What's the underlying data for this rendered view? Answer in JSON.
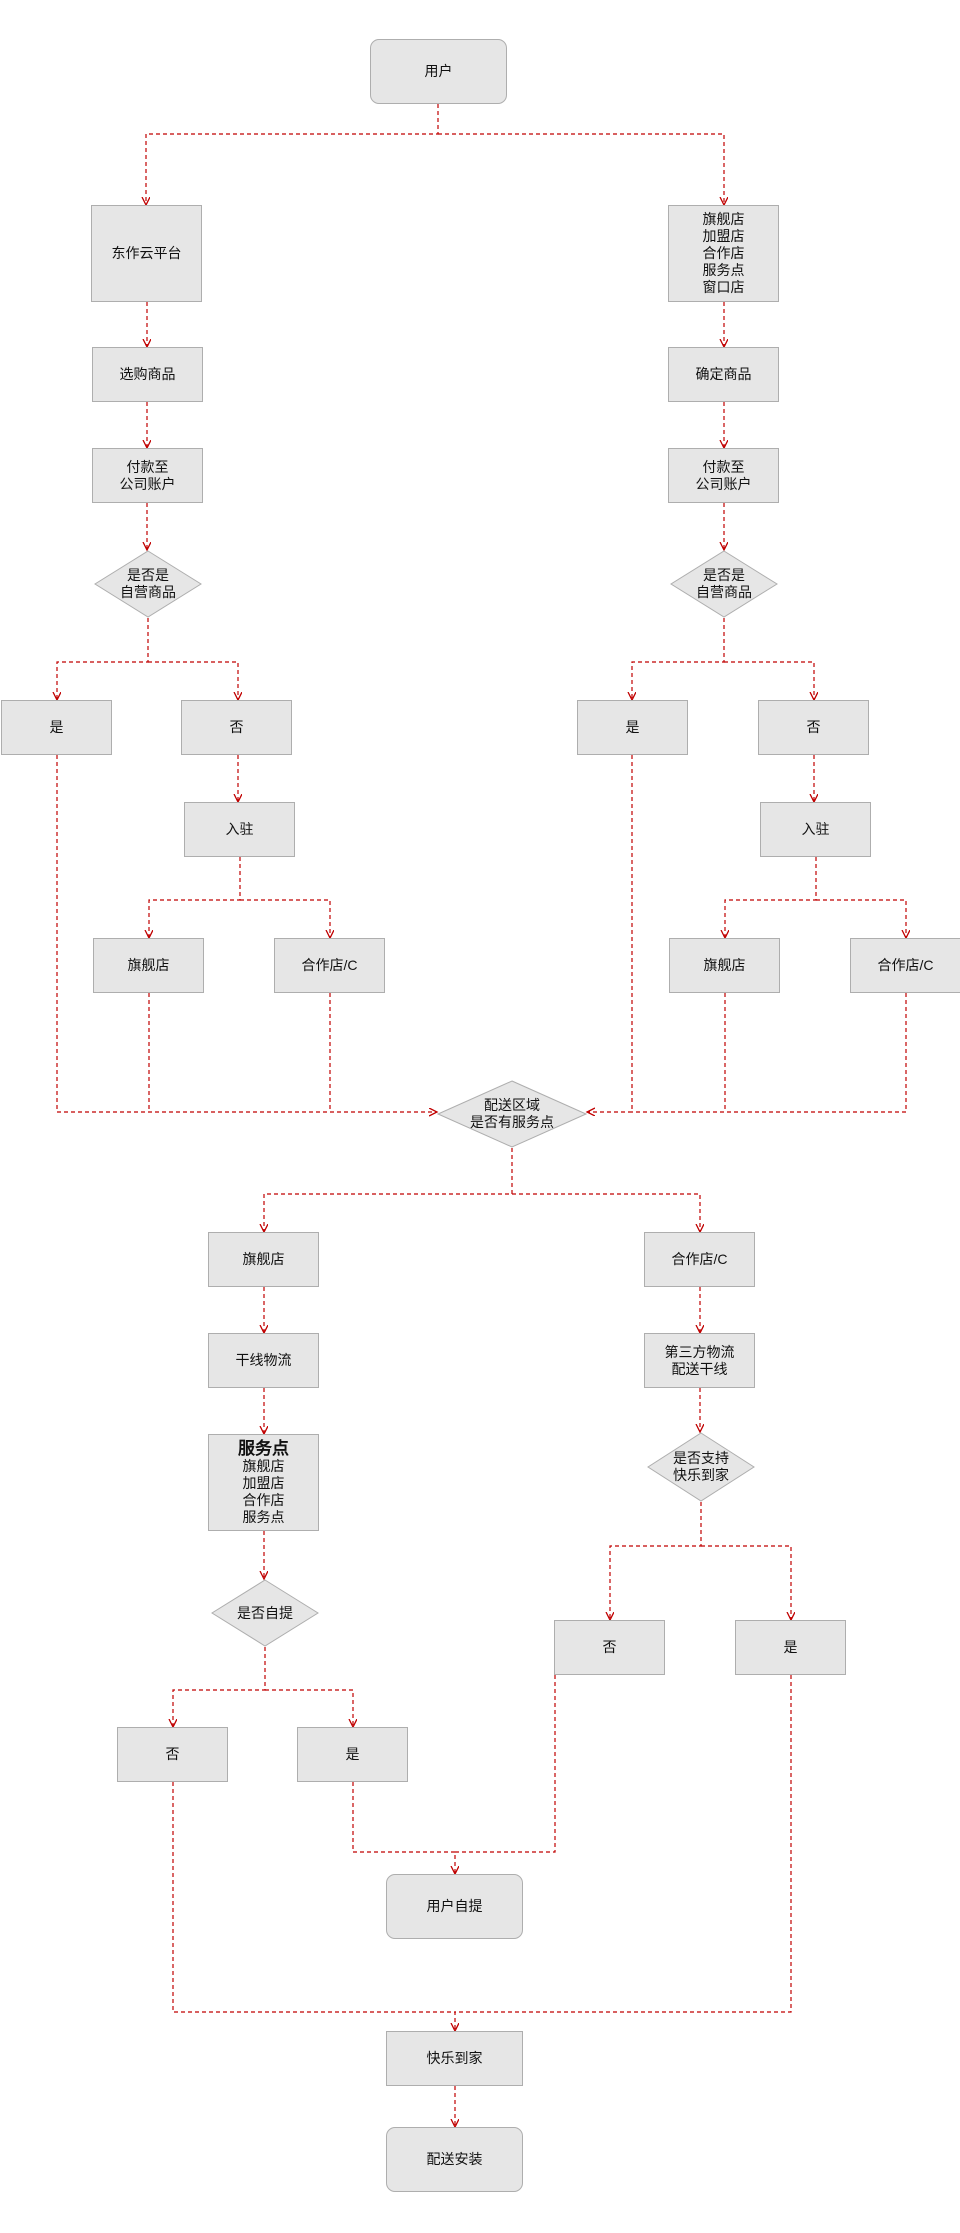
{
  "colors": {
    "connector": "#c00000",
    "node_fill": "#e6e6e6",
    "node_border": "#aeaeae"
  },
  "nodes": {
    "user": "用户",
    "left_platform": "东作云平台",
    "right_stores": [
      "旗舰店",
      "加盟店",
      "合作店",
      "服务点",
      "窗口店"
    ],
    "left_select": "选购商品",
    "right_confirm": "确定商品",
    "left_pay": [
      "付款至",
      "公司账户"
    ],
    "right_pay": [
      "付款至",
      "公司账户"
    ],
    "left_self_q": [
      "是否是",
      "自营商品"
    ],
    "right_self_q": [
      "是否是",
      "自营商品"
    ],
    "l_yes": "是",
    "l_no": "否",
    "r_yes": "是",
    "r_no": "否",
    "l_join": "入驻",
    "r_join": "入驻",
    "l_flag": "旗舰店",
    "l_coop": "合作店/C",
    "r_flag": "旗舰店",
    "r_coop": "合作店/C",
    "area_q": [
      "配送区域",
      "是否有服务点"
    ],
    "b_flag": "旗舰店",
    "b_coop": "合作店/C",
    "trunk": "干线物流",
    "third_party": [
      "第三方物流",
      "配送干线"
    ],
    "service_title": "服务点",
    "service_items": [
      "旗舰店",
      "加盟店",
      "合作店",
      "服务点"
    ],
    "pickup_q": "是否自提",
    "happy_q": [
      "是否支持",
      "快乐到家"
    ],
    "p_no": "否",
    "p_yes": "是",
    "h_no": "否",
    "h_yes": "是",
    "self_pickup": "用户自提",
    "happy_home": "快乐到家",
    "deliver_install": "配送安装"
  }
}
